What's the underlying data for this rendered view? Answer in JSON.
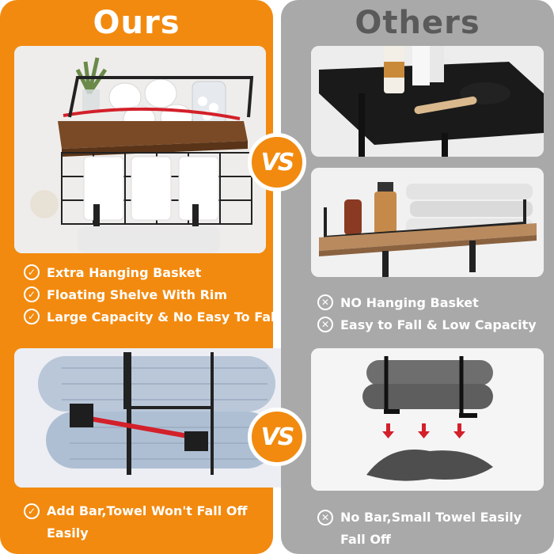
{
  "ours": {
    "heading": "Ours",
    "features_top": [
      "Extra Hanging Basket",
      "Floating Shelve With Rim",
      "Large Capacity & No Easy To Falls"
    ],
    "feature_bottom": "Add Bar,Towel Won't Fall Off Easily",
    "mark_icon": "check-circle-icon"
  },
  "others": {
    "heading": "Others",
    "features_top": [
      "NO Hanging Basket",
      "Easy to Fall & Low Capacity"
    ],
    "feature_bottom": "No Bar,Small Towel Easily Fall Off",
    "mark_icon": "x-circle-icon"
  },
  "vs_label": "VS",
  "colors": {
    "ours_bg": "#f28a0f",
    "others_bg": "#a9a9a9",
    "others_heading": "#5a5a5a",
    "accent_red": "#d3202a"
  }
}
